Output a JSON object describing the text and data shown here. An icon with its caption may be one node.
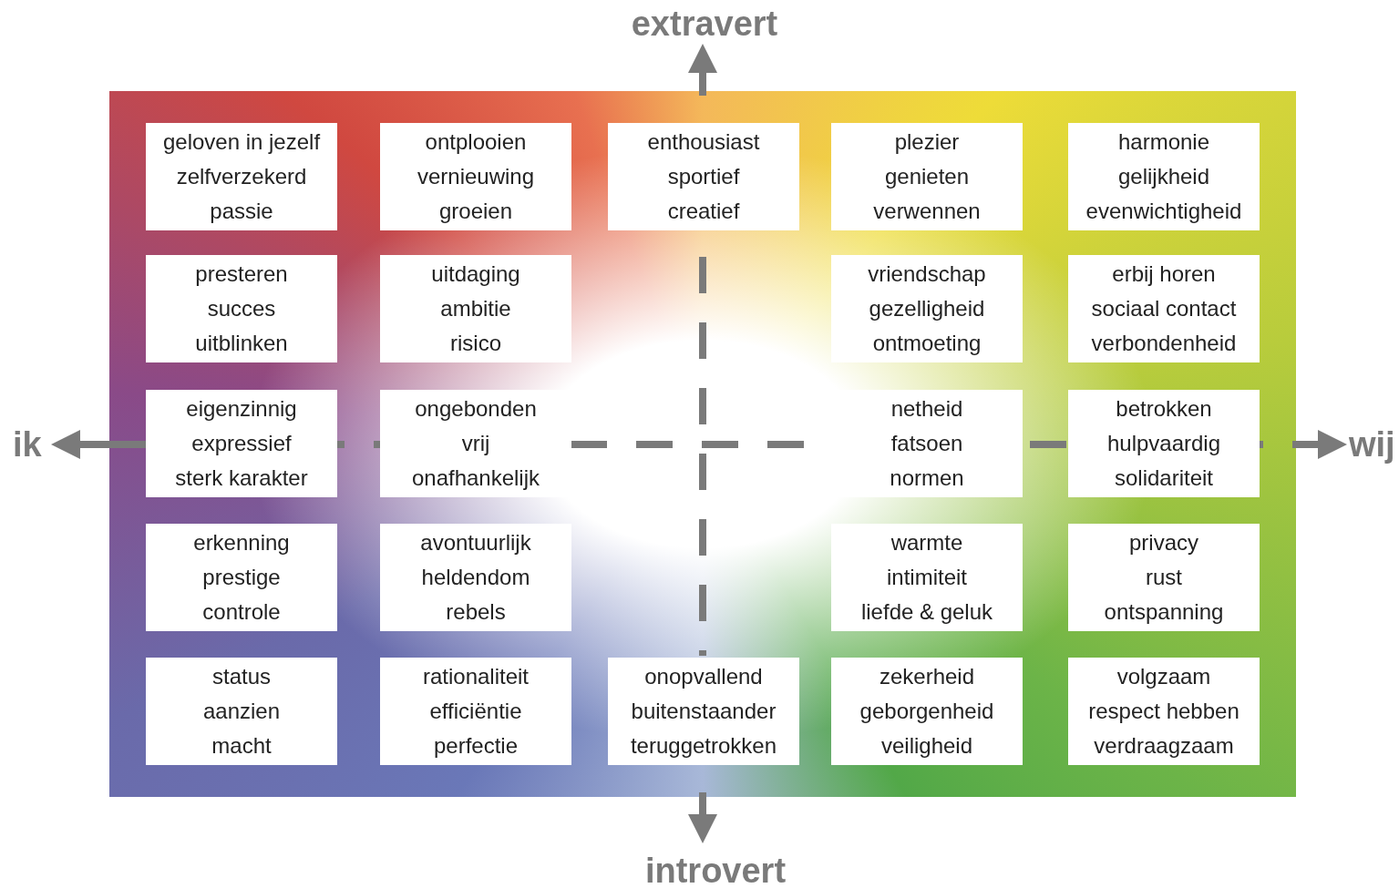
{
  "diagram": {
    "nodes": [
      {
        "text": [
          "geloven in jezelf",
          "zelfverzekerd",
          "passie"
        ]
      },
      {
        "text": [
          "ontplooien",
          "vernieuwing",
          "groeien"
        ]
      },
      {
        "text": [
          "enthousiast",
          "sportief",
          "creatief"
        ]
      },
      {
        "text": [
          "plezier",
          "genieten",
          "verwennen"
        ]
      },
      {
        "text": [
          "harmonie",
          "gelijkheid",
          "evenwichtigheid"
        ]
      },
      {
        "text": [
          "presteren",
          "succes",
          "uitblinken"
        ]
      },
      {
        "text": [
          "uitdaging",
          "ambitie",
          "risico"
        ]
      },
      {
        "text": [
          "vriendschap",
          "gezelligheid",
          "ontmoeting"
        ]
      },
      {
        "text": [
          "erbij horen",
          "sociaal contact",
          "verbondenheid"
        ]
      },
      {
        "text": [
          "eigenzinnig",
          "expressief",
          "sterk karakter"
        ]
      },
      {
        "text": [
          "ongebonden",
          "vrij",
          "onafhankelijk"
        ]
      },
      {
        "text": [
          "netheid",
          "fatsoen",
          "normen"
        ]
      },
      {
        "text": [
          "betrokken",
          "hulpvaardig",
          "solidariteit"
        ]
      },
      {
        "text": [
          "erkenning",
          "prestige",
          "controle"
        ]
      },
      {
        "text": [
          "avontuurlijk",
          "heldendom",
          "rebels"
        ]
      },
      {
        "text": [
          "warmte",
          "intimiteit",
          "liefde & geluk"
        ]
      },
      {
        "text": [
          "privacy",
          "rust",
          "ontspanning"
        ]
      },
      {
        "text": [
          "status",
          "aanzien",
          "macht"
        ]
      },
      {
        "text": [
          "rationaliteit",
          "efficiëntie",
          "perfectie"
        ]
      },
      {
        "text": [
          "onopvallend",
          "buitenstaander",
          "teruggetrokken"
        ]
      },
      {
        "text": [
          "zekerheid",
          "geborgenheid",
          "veiligheid"
        ]
      },
      {
        "text": [
          "volgzaam",
          "respect hebben",
          "verdraagzaam"
        ]
      }
    ],
    "labels": [
      "extravert",
      "ik",
      "wij",
      "introvert"
    ]
  }
}
